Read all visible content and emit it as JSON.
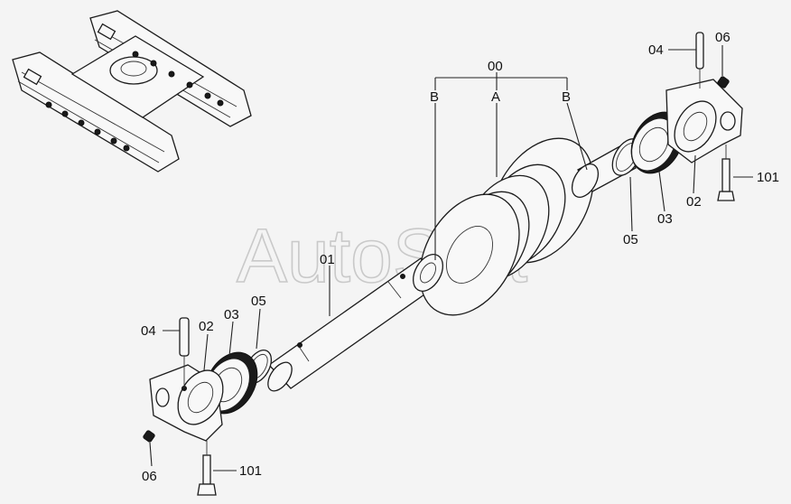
{
  "labels": {
    "assembly": "00",
    "roller_body": "A",
    "collar_left": "B",
    "collar_right": "B",
    "shaft": "01",
    "bracket_left": "02",
    "bracket_right": "02",
    "seal_left": "03",
    "seal_right": "03",
    "oring_left": "05",
    "oring_right": "05",
    "pin_left": "04",
    "pin_right": "04",
    "plug_left": "06",
    "plug_right": "06",
    "bolt_left": "101",
    "bolt_right": "101"
  },
  "watermark": "AutoSoft"
}
